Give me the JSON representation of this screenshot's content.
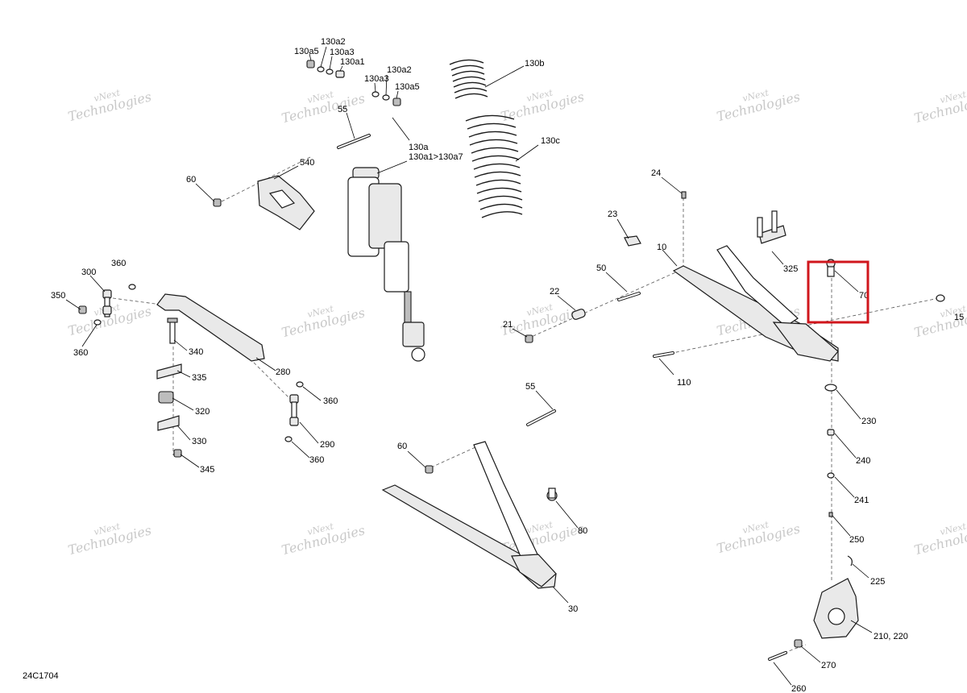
{
  "diagram": {
    "drawing_code": "24C1704",
    "watermark_line1": "vNext",
    "watermark_line2": "Technologies",
    "highlight_color": "#d0161c",
    "callouts": {
      "c130a5a": "130a5",
      "c130a2a": "130a2",
      "c130a3a": "130a3",
      "c130a1": "130a1",
      "c130a2b": "130a2",
      "c130a3b": "130a3",
      "c130a5b": "130a5",
      "c130b": "130b",
      "c130c": "130c",
      "c55a": "55",
      "c130a": "130a",
      "c130range": "130a1>130a7",
      "c540": "540",
      "c60a": "60",
      "c24": "24",
      "c23": "23",
      "c325": "325",
      "c10": "10",
      "c50": "50",
      "c70": "70",
      "c22": "22",
      "c21": "21",
      "c15": "15",
      "c110": "110",
      "c360a": "360",
      "c300": "300",
      "c350": "350",
      "c360b": "360",
      "c340": "340",
      "c335": "335",
      "c280": "280",
      "c360c": "360",
      "c320": "320",
      "c330": "330",
      "c290": "290",
      "c360d": "360",
      "c345": "345",
      "c55b": "55",
      "c60b": "60",
      "c80": "80",
      "c30": "30",
      "c230": "230",
      "c240": "240",
      "c241": "241",
      "c250": "250",
      "c225": "225",
      "c210": "210, 220",
      "c270": "270",
      "c260": "260"
    }
  }
}
